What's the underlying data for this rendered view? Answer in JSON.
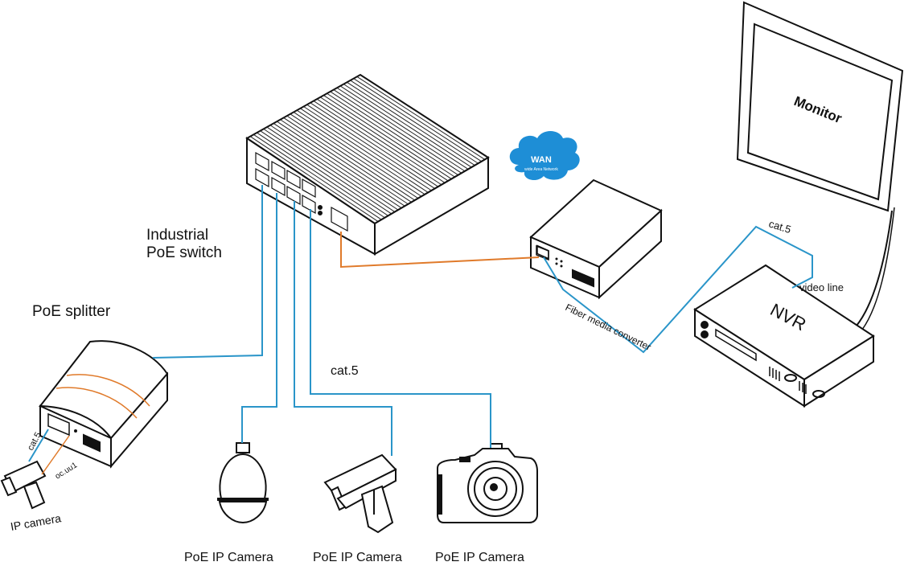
{
  "labels": {
    "switch_line1": "Industrial",
    "switch_line2": "PoE switch",
    "splitter": "PoE splitter",
    "cat5_main": "cat.5",
    "cat5_splitter": "cat.5",
    "oc_splitter": "oc.uu1",
    "ip_camera": "IP camera",
    "poe_cam_1": "PoE IP Camera",
    "poe_cam_2": "PoE IP Camera",
    "poe_cam_3": "PoE IP Camera",
    "wan_title": "WAN",
    "wan_sub": "wide Area Network",
    "fiber": "Fiber media converter",
    "cat5_nvr": "cat.5",
    "video_line": "video line",
    "nvr": "NVR",
    "monitor": "Monitor"
  },
  "colors": {
    "ethernet": "#2a95c9",
    "fiber": "#e07a2a",
    "outline": "#111111",
    "wan_cloud": "#1e8ed6"
  }
}
